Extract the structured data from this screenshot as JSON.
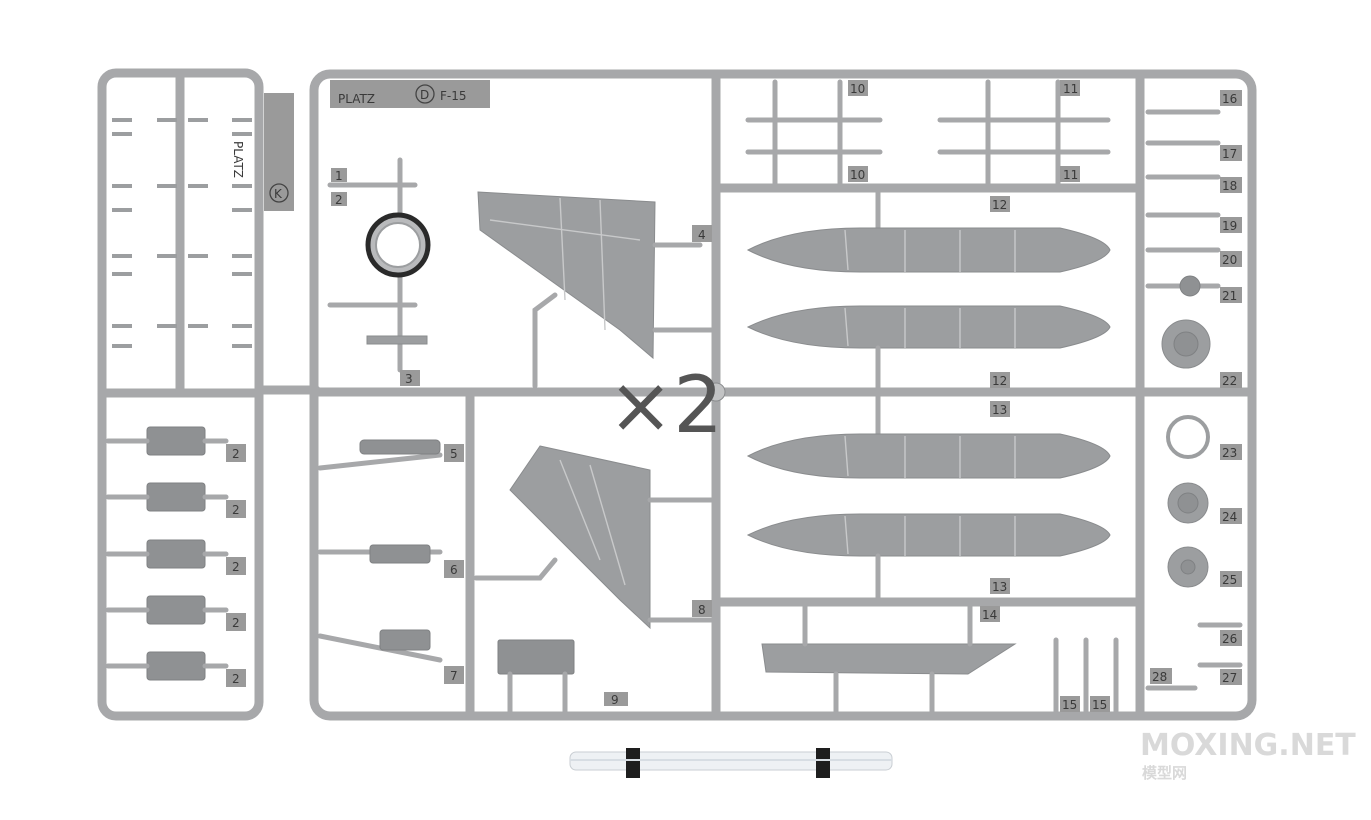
{
  "brand": {
    "logo_text": "PLATZ",
    "sprue_letter": "D",
    "kit_code": "F-15",
    "left_sprue_letter": "K"
  },
  "multiplier": "×2",
  "part_numbers": [
    "1",
    "2",
    "3",
    "4",
    "5",
    "6",
    "7",
    "8",
    "9",
    "10",
    "10",
    "11",
    "11",
    "12",
    "12",
    "13",
    "13",
    "14",
    "15",
    "15",
    "16",
    "17",
    "18",
    "19",
    "20",
    "21",
    "22",
    "23",
    "24",
    "25",
    "26",
    "27",
    "28",
    "2",
    "2",
    "2",
    "2",
    "2"
  ],
  "watermark": {
    "site": "MOXING.NET",
    "cn": "模型网"
  },
  "colors": {
    "plastic": "#9c9ea0",
    "runner": "#a7a8aa",
    "background": "#ffffff"
  }
}
